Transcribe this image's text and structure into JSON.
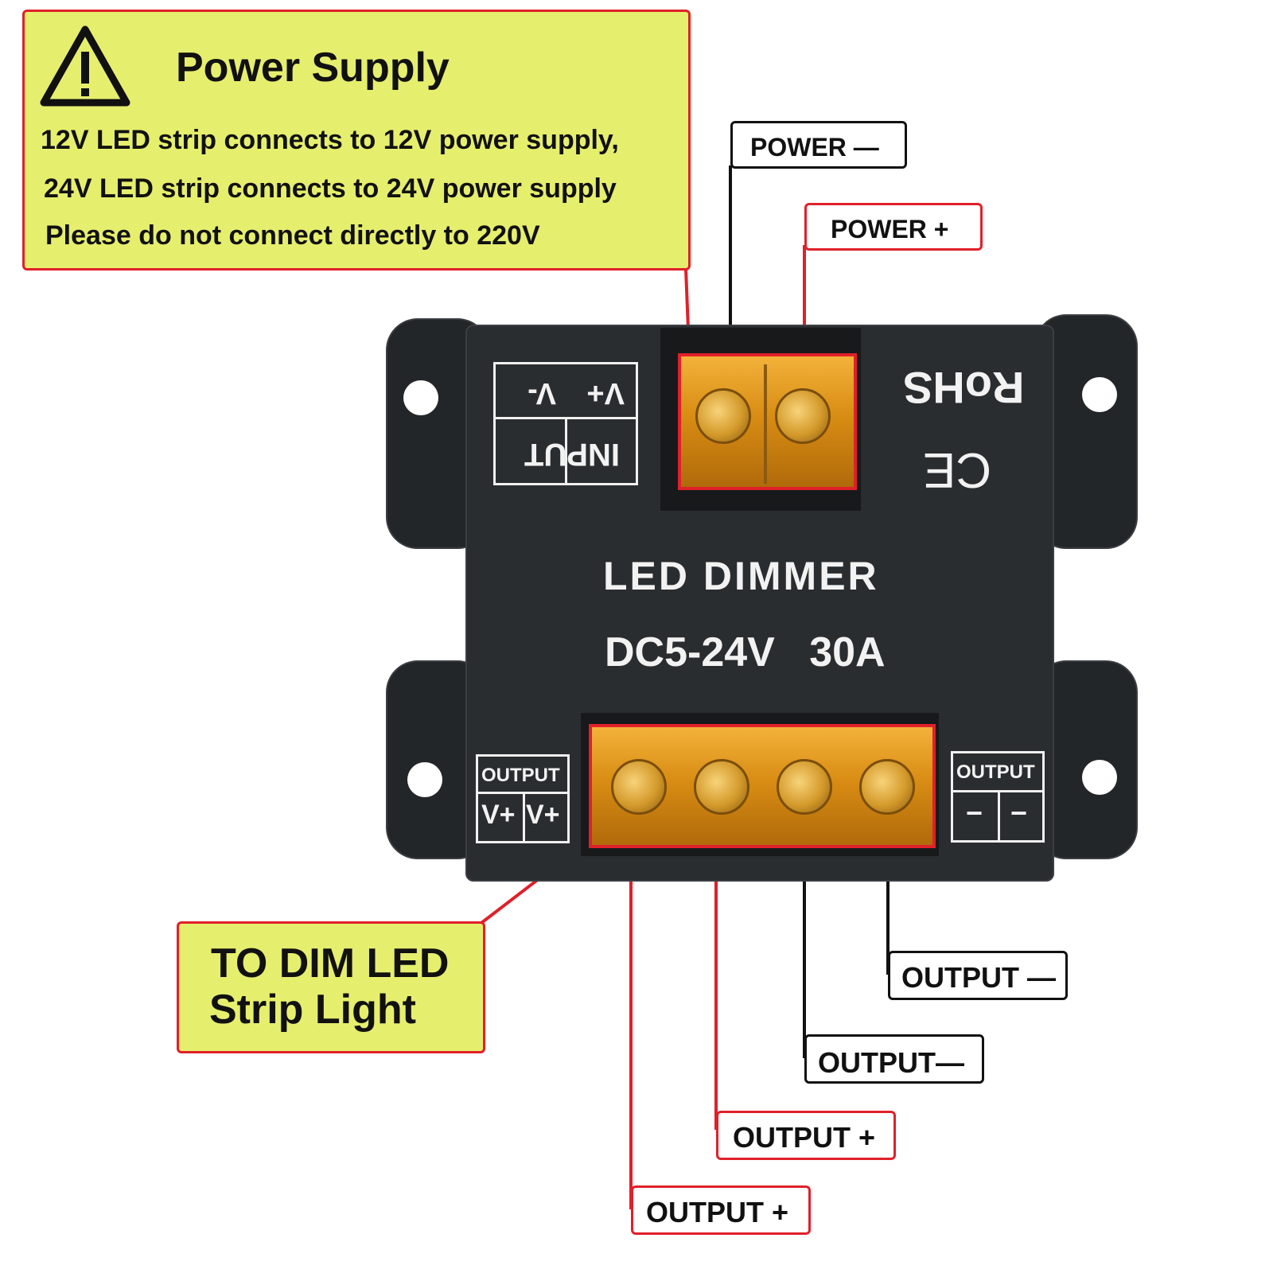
{
  "warning": {
    "title": "Power Supply",
    "lines": [
      "12V LED strip connects to 12V power supply,",
      "24V LED strip connects to 24V power supply",
      "Please do not connect directly to 220V"
    ],
    "icon": "warning-triangle-icon"
  },
  "callouts": {
    "power_minus": "POWER —",
    "power_plus": "POWER +",
    "output_minus_1": "OUTPUT —",
    "output_minus_2": "OUTPUT—",
    "output_plus_1": "OUTPUT +",
    "output_plus_2": "OUTPUT +",
    "dim_line1": "TO DIM LED",
    "dim_line2": "Strip Light"
  },
  "device": {
    "name": "LED DIMMER",
    "rating": "DC5-24V   30A",
    "rohs": "RoHS",
    "ce": "CE",
    "input_label": "INPUT",
    "input_vminus": "V-",
    "input_vplus": "V+",
    "output_left_label": "OUTPUT",
    "output_left_a": "V+",
    "output_left_b": "V+",
    "output_right_label": "OUTPUT",
    "output_right_a": "−",
    "output_right_b": "−",
    "top_screws": [
      "2",
      "1"
    ],
    "bottom_screws": [
      "1",
      "2",
      "3",
      "4"
    ]
  },
  "colors": {
    "callout_fill": "#e6ee6e",
    "accent_red": "#e0202a",
    "device_body": "#2a2d30",
    "terminal_amber": "#d98d14"
  }
}
